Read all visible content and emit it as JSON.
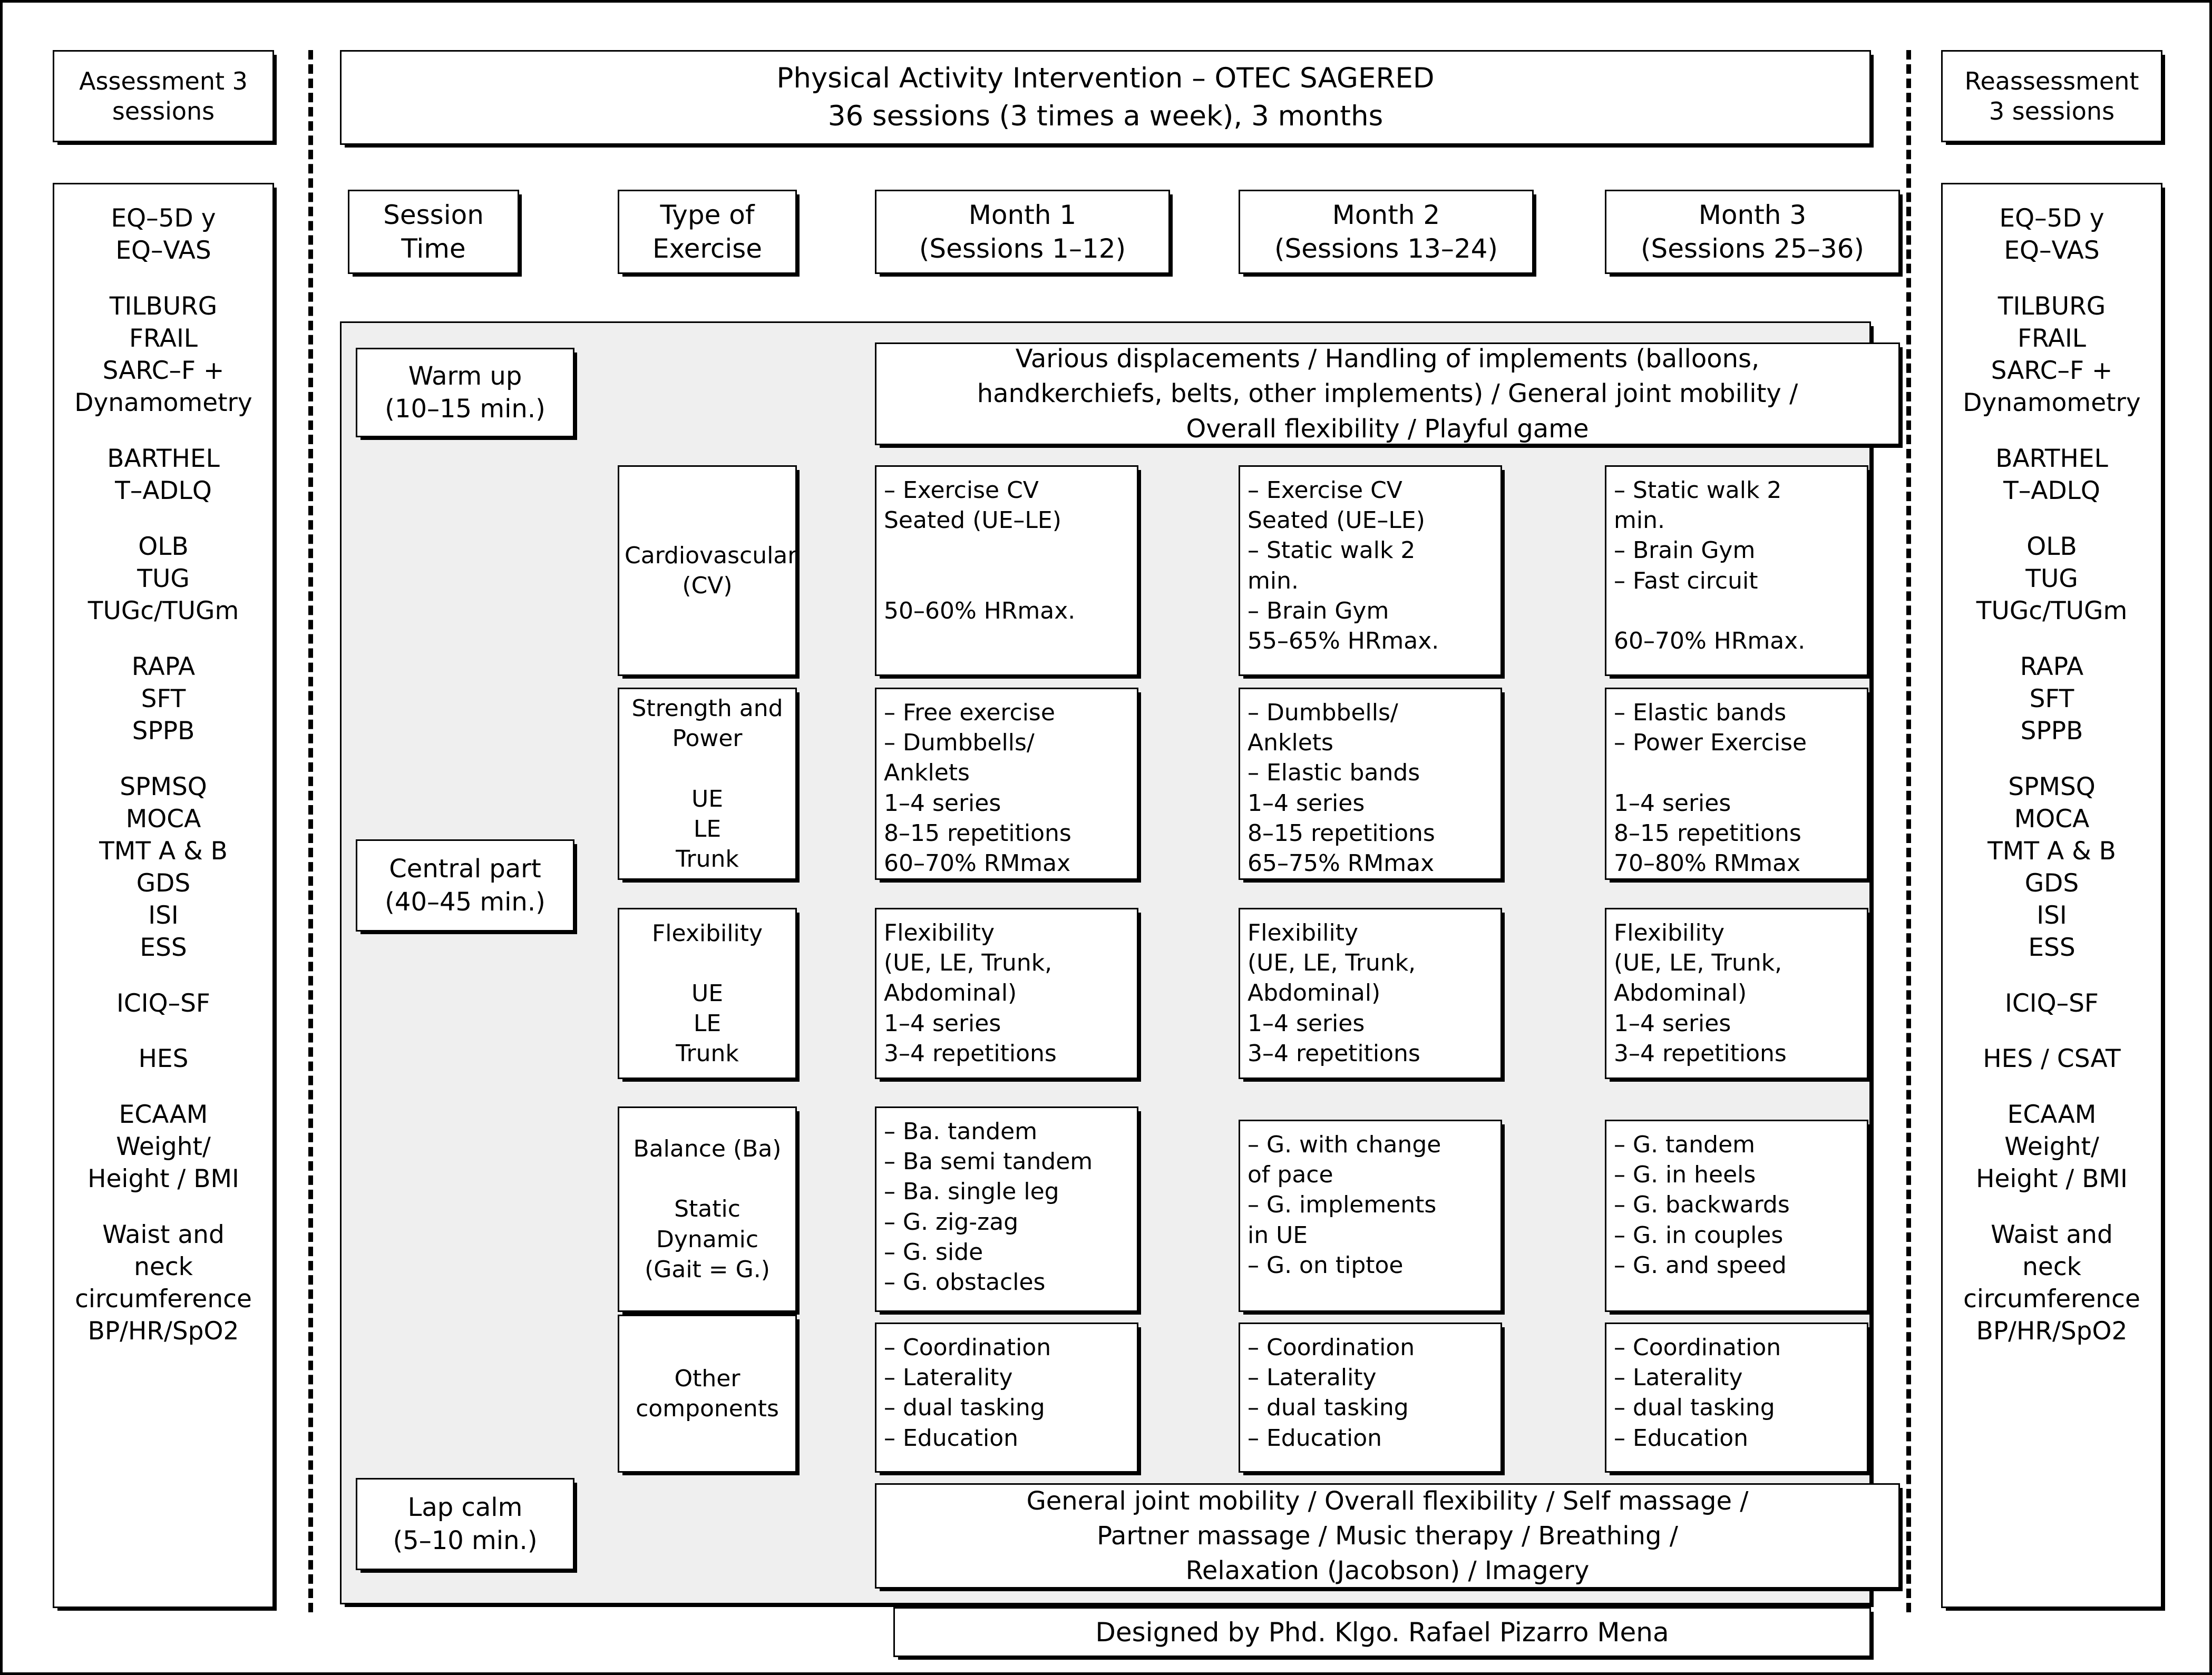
{
  "assessment": {
    "left_header": "Assessment 3\nsessions",
    "right_header": "Reassessment\n3 sessions",
    "left_items": [
      "EQ–5D y\nEQ–VAS",
      "TILBURG\nFRAIL\nSARC–F +\nDynamometry",
      "BARTHEL\nT–ADLQ",
      "OLB\nTUG\nTUGc/TUGm",
      "RAPA\nSFT\nSPPB",
      "SPMSQ\nMOCA\nTMT A & B\nGDS\nISI\nESS",
      "ICIQ–SF",
      "HES",
      "ECAAM\nWeight/\nHeight / BMI",
      "Waist and\nneck\ncircumference\nBP/HR/SpO2"
    ],
    "right_items": [
      "EQ–5D y\nEQ–VAS",
      "TILBURG\nFRAIL\nSARC–F +\nDynamometry",
      "BARTHEL\nT–ADLQ",
      "OLB\nTUG\nTUGc/TUGm",
      "RAPA\nSFT\nSPPB",
      "SPMSQ\nMOCA\nTMT A & B\nGDS\nISI\nESS",
      "ICIQ–SF",
      "HES / CSAT",
      "ECAAM\nWeight/\nHeight / BMI",
      "Waist and\nneck\ncircumference\nBP/HR/SpO2"
    ]
  },
  "main": {
    "title": "Physical Activity Intervention – OTEC SAGERED\n36 sessions (3 times a week), 3 months",
    "columns": {
      "session_time": "Session Time",
      "type_of_exercise": "Type of\nExercise",
      "month1": "Month 1\n(Sessions 1–12)",
      "month2": "Month 2\n(Sessions 13–24)",
      "month3": "Month 3\n(Sessions 25–36)"
    },
    "periods": {
      "warm_up": "Warm up\n(10–15 min.)",
      "central_part": "Central part\n(40–45 min.)",
      "lap_calm": "Lap calm\n(5–10 min.)"
    },
    "warm_up_content": "Various displacements / Handling of implements (balloons,\nhandkerchiefs, belts, other implements) / General joint mobility /\nOverall flexibility / Playful game",
    "lap_calm_content": "General joint mobility / Overall flexibility / Self massage /\nPartner massage / Music therapy / Breathing /\nRelaxation (Jacobson) / Imagery",
    "rows": [
      {
        "type": "Cardiovascular\n(CV)",
        "month1": "– Exercise CV\nSeated (UE–LE)\n\n\n50–60% HRmax.",
        "month2": "– Exercise CV\nSeated (UE–LE)\n– Static walk 2\nmin.\n– Brain Gym\n55–65% HRmax.",
        "month3": "– Static walk 2\nmin.\n– Brain Gym\n– Fast circuit\n\n60–70% HRmax."
      },
      {
        "type": "Strength and\nPower\n\nUE\nLE\nTrunk",
        "month1": "– Free exercise\n– Dumbbells/\nAnklets\n1–4 series\n8–15 repetitions\n60–70% RMmax",
        "month2": "– Dumbbells/\nAnklets\n– Elastic bands\n1–4 series\n8–15 repetitions\n65–75% RMmax",
        "month3": "– Elastic bands\n– Power Exercise\n\n1–4 series\n8–15 repetitions\n70–80% RMmax"
      },
      {
        "type": "Flexibility\n\nUE\nLE\nTrunk",
        "month1": "Flexibility\n(UE, LE, Trunk,\nAbdominal)\n1–4 series\n3–4 repetitions",
        "month2": "Flexibility\n(UE, LE, Trunk,\nAbdominal)\n1–4 series\n3–4 repetitions",
        "month3": "Flexibility\n(UE, LE, Trunk,\nAbdominal)\n1–4 series\n3–4 repetitions"
      },
      {
        "type": "Balance (Ba)\n\nStatic\nDynamic\n(Gait = G.)",
        "month1": "– Ba. tandem\n– Ba semi tandem\n– Ba. single leg\n– G. zig-zag\n– G. side\n– G. obstacles",
        "month2": "– G. with change\nof pace\n– G. implements\nin UE\n– G. on tiptoe",
        "month3": "– G. tandem\n– G. in heels\n– G. backwards\n– G. in couples\n– G. and speed"
      },
      {
        "type": "Other\ncomponents",
        "month1": "– Coordination\n– Laterality\n– dual tasking\n– Education",
        "month2": "– Coordination\n– Laterality\n– dual tasking\n– Education",
        "month3": "– Coordination\n– Laterality\n– dual tasking\n– Education"
      }
    ]
  },
  "footer": "Designed by Phd. Klgo. Rafael Pizarro Mena",
  "colors": {
    "panel_background": "#efefef",
    "border": "#000000",
    "page_background": "#ffffff"
  }
}
